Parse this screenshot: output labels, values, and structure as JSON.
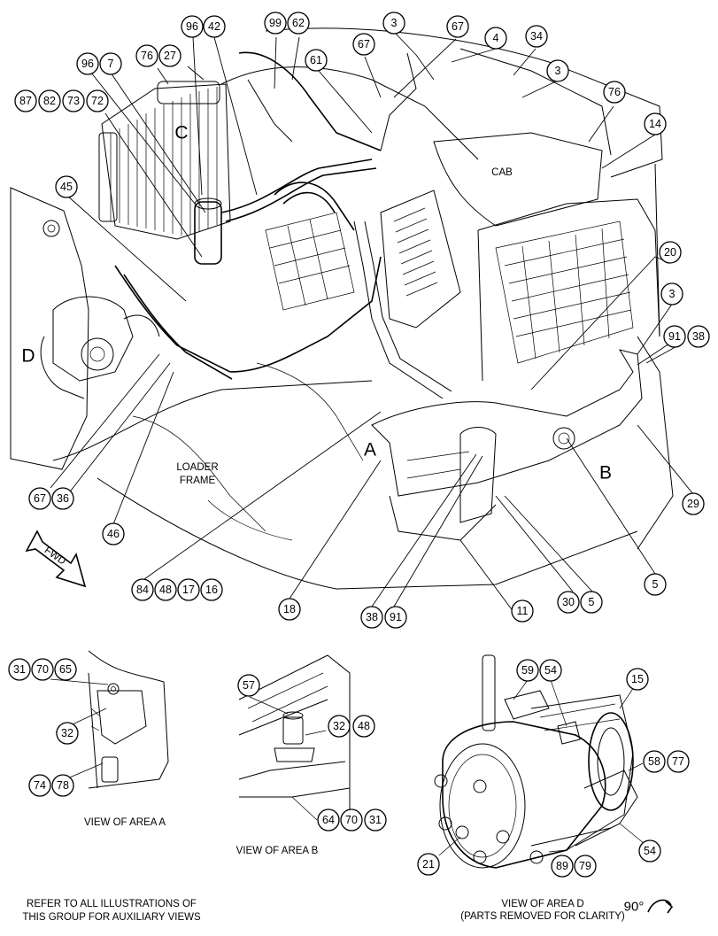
{
  "area_labels": {
    "a": "A",
    "b": "B",
    "c": "C",
    "d": "D"
  },
  "component_labels": {
    "cab": "CAB",
    "loader_frame_1": "LOADER",
    "loader_frame_2": "FRAME",
    "fwd": "FWD"
  },
  "views": {
    "area_a": "VIEW OF AREA A",
    "area_b": "VIEW OF AREA B",
    "area_d_1": "VIEW OF AREA D",
    "area_d_2": "(PARTS REMOVED FOR CLARITY)"
  },
  "footnote": {
    "line1": "REFER TO ALL ILLUSTRATIONS OF",
    "line2": "THIS GROUP FOR AUXILIARY VIEWS"
  },
  "rotation_label": "90°",
  "callouts": {
    "c96a": "96",
    "c42a": "42",
    "c99": "99",
    "c62": "62",
    "c3a": "3",
    "c67a": "67",
    "c76a": "76",
    "c27": "27",
    "c96b": "96",
    "c7": "7",
    "c67b": "67",
    "c4": "4",
    "c34": "34",
    "c61": "61",
    "c3b": "3",
    "c87": "87",
    "c82": "82",
    "c73": "73",
    "c72": "72",
    "c76b": "76",
    "c14": "14",
    "c45": "45",
    "c20": "20",
    "c3c": "3",
    "c91a": "91",
    "c38a": "38",
    "c29": "29",
    "c67c": "67",
    "c36": "36",
    "c46": "46",
    "c5a": "5",
    "c84": "84",
    "c48a": "48",
    "c17": "17",
    "c16": "16",
    "c18": "18",
    "c30": "30",
    "c5b": "5",
    "c11": "11",
    "c38b": "38",
    "c91b": "91",
    "c31a": "31",
    "c70a": "70",
    "c65": "65",
    "c32a": "32",
    "c74": "74",
    "c78": "78",
    "c57": "57",
    "c32b": "32",
    "c48b": "48",
    "c64": "64",
    "c70b": "70",
    "c31b": "31",
    "c59": "59",
    "c54a": "54",
    "c15": "15",
    "c58": "58",
    "c77": "77",
    "c54b": "54",
    "c21": "21",
    "c89": "89",
    "c79": "79"
  }
}
